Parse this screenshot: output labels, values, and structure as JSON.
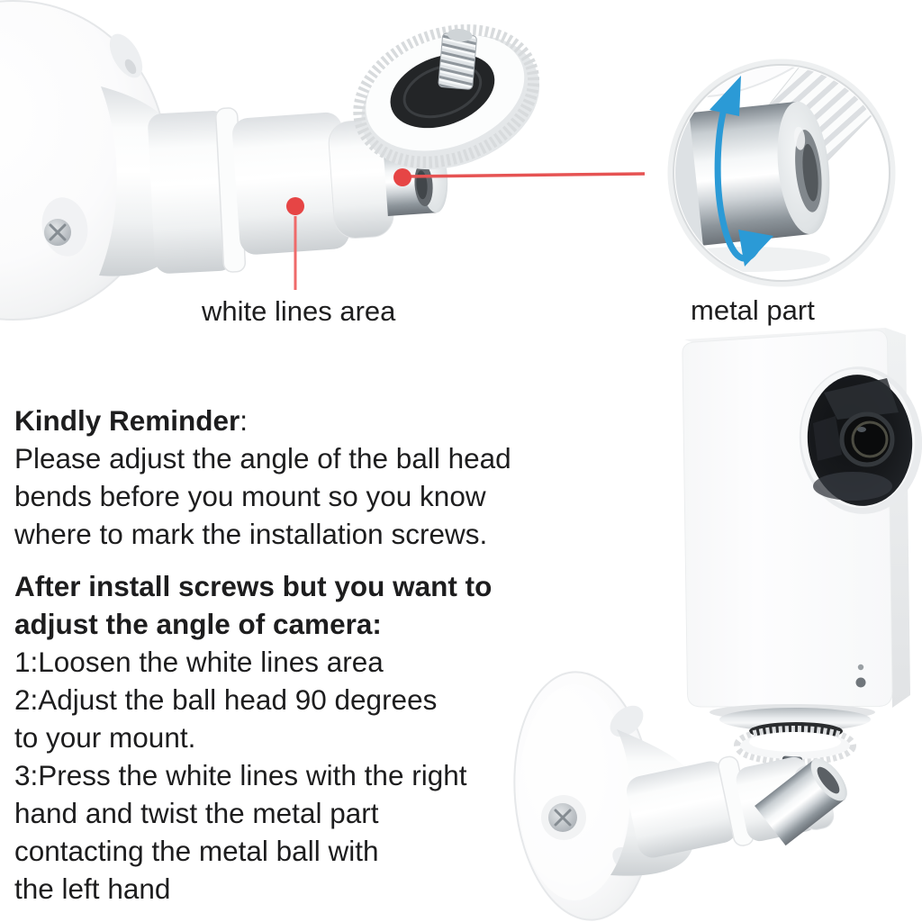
{
  "image": {
    "background": "#ffffff",
    "subject": "security camera wall mount installation instruction graphic"
  },
  "labels": {
    "white_lines_area": "white lines area",
    "metal_part": "metal part"
  },
  "reminder": {
    "title": "Kindly Reminder",
    "colon": ":",
    "lines": [
      "Please adjust the angle of the ball head",
      "bends before you mount so you know",
      "where to mark the installation screws."
    ]
  },
  "adjust": {
    "title_lines": [
      "After install screws but you want to",
      "adjust the angle of camera:"
    ],
    "steps": [
      "1:Loosen the white lines area",
      "2:Adjust the ball head 90 degrees",
      "to your mount.",
      "3:Press the white lines with the right",
      "hand and twist the metal part",
      "contacting the metal ball with",
      "the left hand"
    ]
  },
  "colors": {
    "annotation_red": "#e64545",
    "rotation_arrow_blue": "#2b9ad6",
    "text": "#1d1d1e"
  }
}
